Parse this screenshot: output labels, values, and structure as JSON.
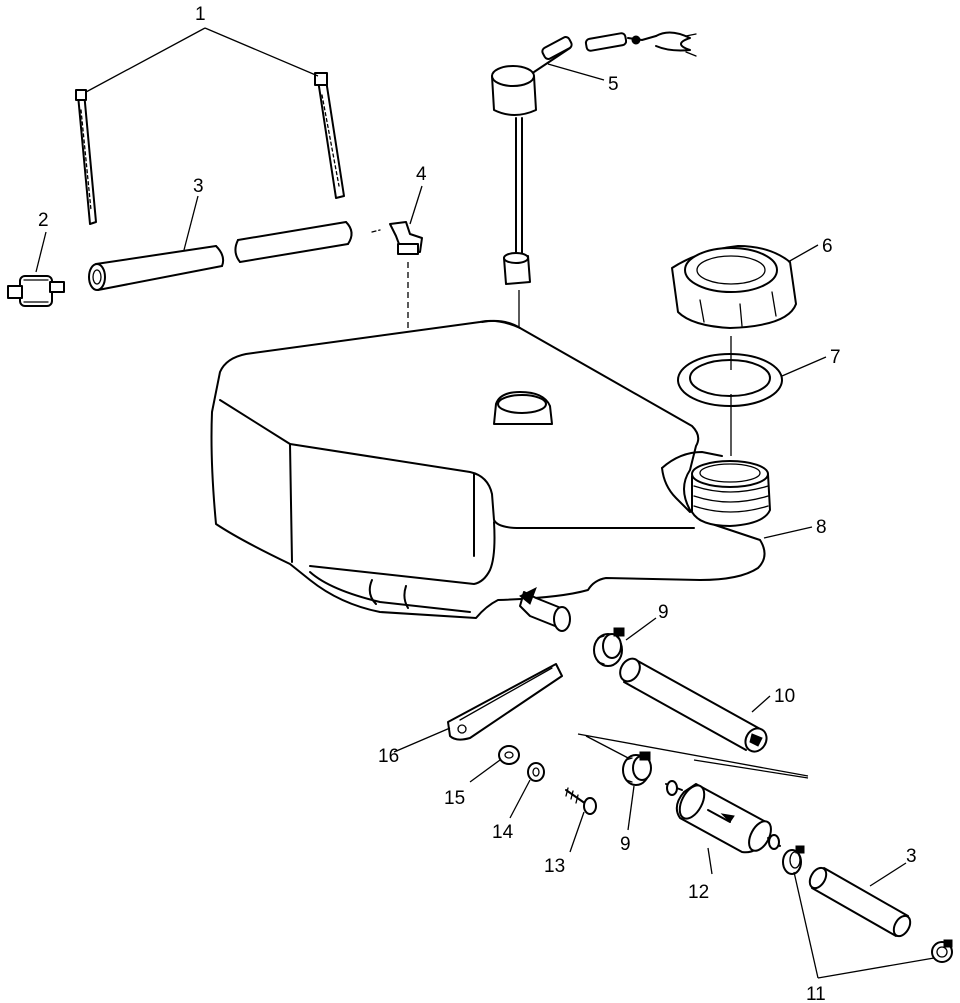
{
  "callouts": {
    "c1": "1",
    "c2": "2",
    "c3a": "3",
    "c3b": "3",
    "c4": "4",
    "c5": "5",
    "c6": "6",
    "c7": "7",
    "c8": "8",
    "c9a": "9",
    "c9b": "9",
    "c10": "10",
    "c11": "11",
    "c12": "12",
    "c13": "13",
    "c14": "14",
    "c15": "15",
    "c16": "16"
  }
}
